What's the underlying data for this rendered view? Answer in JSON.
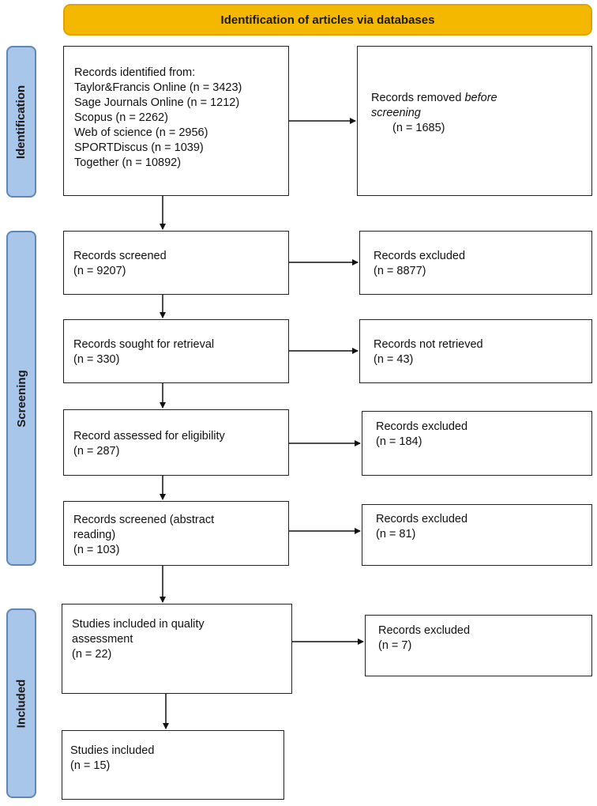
{
  "banner": {
    "title": "Identification of articles via databases"
  },
  "phases": {
    "identification": "Identification",
    "screening": "Screening",
    "included": "Included"
  },
  "boxes": {
    "identified": {
      "lines": [
        "Records identified from:",
        "Taylor&Francis Online (n = 3423)",
        "Sage Journals Online (n = 1212)",
        "Scopus (n = 2262)",
        "Web of science (n = 2956)",
        "SPORTDiscus (n = 1039)",
        "Together (n = 10892)"
      ]
    },
    "removed": {
      "label": "Records removed ",
      "label_italic": "before",
      "label_italic2": "screening",
      "count": "(n = 1685)"
    },
    "screened": {
      "label": "Records screened",
      "count": "(n = 9207)"
    },
    "excluded1": {
      "label": "Records excluded",
      "count": "(n = 8877)"
    },
    "sought": {
      "label": "Records sought for retrieval",
      "count": "(n = 330)"
    },
    "not_retrieved": {
      "label": "Records not retrieved",
      "count": "(n = 43)"
    },
    "assessed": {
      "label": "Record assessed for eligibility",
      "count": "(n = 287)"
    },
    "excluded2": {
      "label": "Records excluded",
      "count": "(n = 184)"
    },
    "abstract": {
      "label1": "Records screened (abstract",
      "label2": "reading)",
      "count": "(n = 103)"
    },
    "excluded3": {
      "label": "Records excluded",
      "count": "(n = 81)"
    },
    "quality": {
      "label1": "Studies included in quality",
      "label2": "assessment",
      "count": "(n = 22)"
    },
    "excluded4": {
      "label": "Records excluded",
      "count": "(n = 7)"
    },
    "included": {
      "label": "Studies included",
      "count": "(n = 15)"
    }
  }
}
